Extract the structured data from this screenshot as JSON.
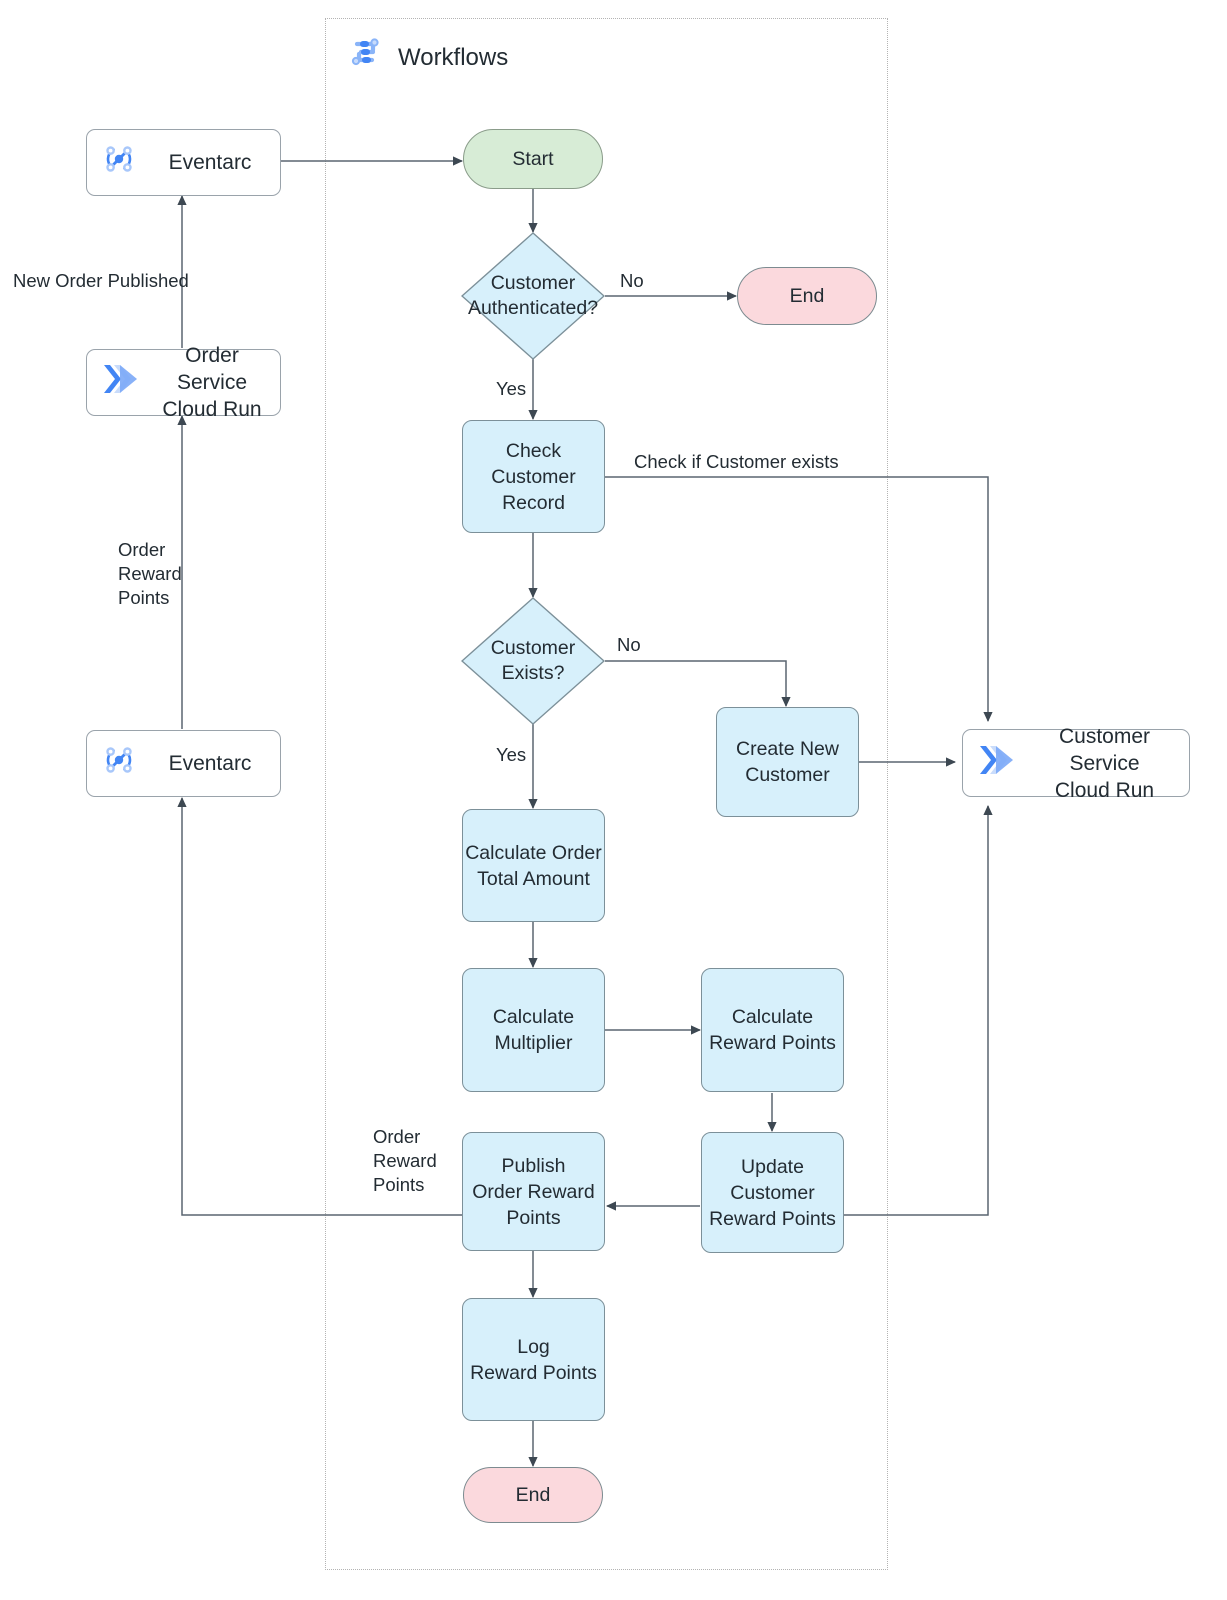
{
  "diagram": {
    "title": "Order Reward Points Workflow",
    "group": {
      "label": "Workflows",
      "icon": "workflows-icon"
    },
    "colors": {
      "process_fill": "#d7f0fb",
      "process_stroke": "#7c9099",
      "start_fill": "#d7ecd6",
      "end_fill": "#fbd9dd",
      "service_fill": "#ffffff",
      "line": "#5a6570",
      "group_border": "#b3b3b3",
      "brand_blue": "#4285f4",
      "brand_blue_light": "#a8c7fa"
    },
    "external_nodes": [
      {
        "id": "eventarc-top",
        "label": "Eventarc",
        "icon": "eventarc-icon",
        "type": "service"
      },
      {
        "id": "order-service",
        "label": "Order Service\nCloud Run",
        "icon": "cloudrun-icon",
        "type": "service"
      },
      {
        "id": "eventarc-bottom",
        "label": "Eventarc",
        "icon": "eventarc-icon",
        "type": "service"
      },
      {
        "id": "customer-service",
        "label": "Customer Service\nCloud Run",
        "icon": "cloudrun-icon",
        "type": "service"
      }
    ],
    "flow_nodes": [
      {
        "id": "start",
        "label": "Start",
        "shape": "terminator"
      },
      {
        "id": "auth",
        "label": "Customer\nAuthenticated?",
        "shape": "decision"
      },
      {
        "id": "end-top",
        "label": "End",
        "shape": "terminator"
      },
      {
        "id": "check-record",
        "label": "Check\nCustomer\nRecord",
        "shape": "process"
      },
      {
        "id": "exists",
        "label": "Customer\nExists?",
        "shape": "decision"
      },
      {
        "id": "create-new",
        "label": "Create New\nCustomer",
        "shape": "process"
      },
      {
        "id": "calc-total",
        "label": "Calculate Order\nTotal Amount",
        "shape": "process"
      },
      {
        "id": "calc-mult",
        "label": "Calculate\nMultiplier",
        "shape": "process"
      },
      {
        "id": "calc-points",
        "label": "Calculate\nReward Points",
        "shape": "process"
      },
      {
        "id": "update-points",
        "label": "Update\nCustomer\nReward Points",
        "shape": "process"
      },
      {
        "id": "publish",
        "label": "Publish\nOrder Reward\nPoints",
        "shape": "process"
      },
      {
        "id": "log",
        "label": "Log\nReward Points",
        "shape": "process"
      },
      {
        "id": "end-bottom",
        "label": "End",
        "shape": "terminator"
      }
    ],
    "edge_labels": [
      {
        "id": "new-order-published",
        "text": "New Order Published"
      },
      {
        "id": "order-reward-points-left",
        "text": "Order\nReward\nPoints"
      },
      {
        "id": "auth-no",
        "text": "No"
      },
      {
        "id": "auth-yes",
        "text": "Yes"
      },
      {
        "id": "check-if-customer-exists",
        "text": "Check if Customer exists"
      },
      {
        "id": "exists-no",
        "text": "No"
      },
      {
        "id": "exists-yes",
        "text": "Yes"
      },
      {
        "id": "order-reward-points-publish",
        "text": "Order\nReward\nPoints"
      }
    ]
  }
}
